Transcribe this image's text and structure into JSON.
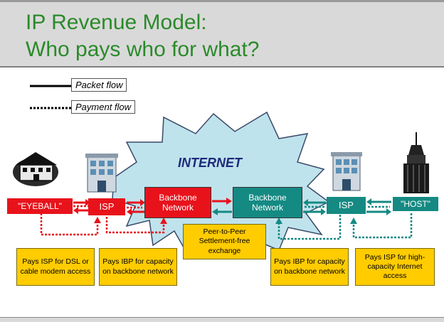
{
  "title": {
    "line1": "IP Revenue Model:",
    "line2": "Who pays who for what?"
  },
  "legend": {
    "packet_flow": "Packet flow",
    "payment_flow": "Payment flow"
  },
  "cloud_label": "INTERNET",
  "nodes": {
    "eyeball": "\"EYEBALL\"",
    "isp_left": "ISP",
    "backbone_left": "Backbone Network",
    "backbone_right": "Backbone Network",
    "isp_right": "ISP",
    "host": "\"HOST\""
  },
  "notes": {
    "eyeball_pays": "Pays ISP for DSL or cable modem access",
    "isp_left_pays": "Pays IBP for capacity on backbone network",
    "peering": "Peer-to-Peer Settlement-free exchange",
    "isp_right_pays": "Pays IBP for capacity on backbone network",
    "host_pays": "Pays ISP for high-capacity Internet access"
  },
  "colors": {
    "title_text": "#2a8a2a",
    "red": "#e8121b",
    "teal": "#148a83",
    "note_bg": "#ffcc00",
    "cloud": "#bfe3ec",
    "cloud_label": "#1e2a7a"
  },
  "icons": [
    "house-icon",
    "office-building-icon",
    "skyscraper-icon"
  ]
}
